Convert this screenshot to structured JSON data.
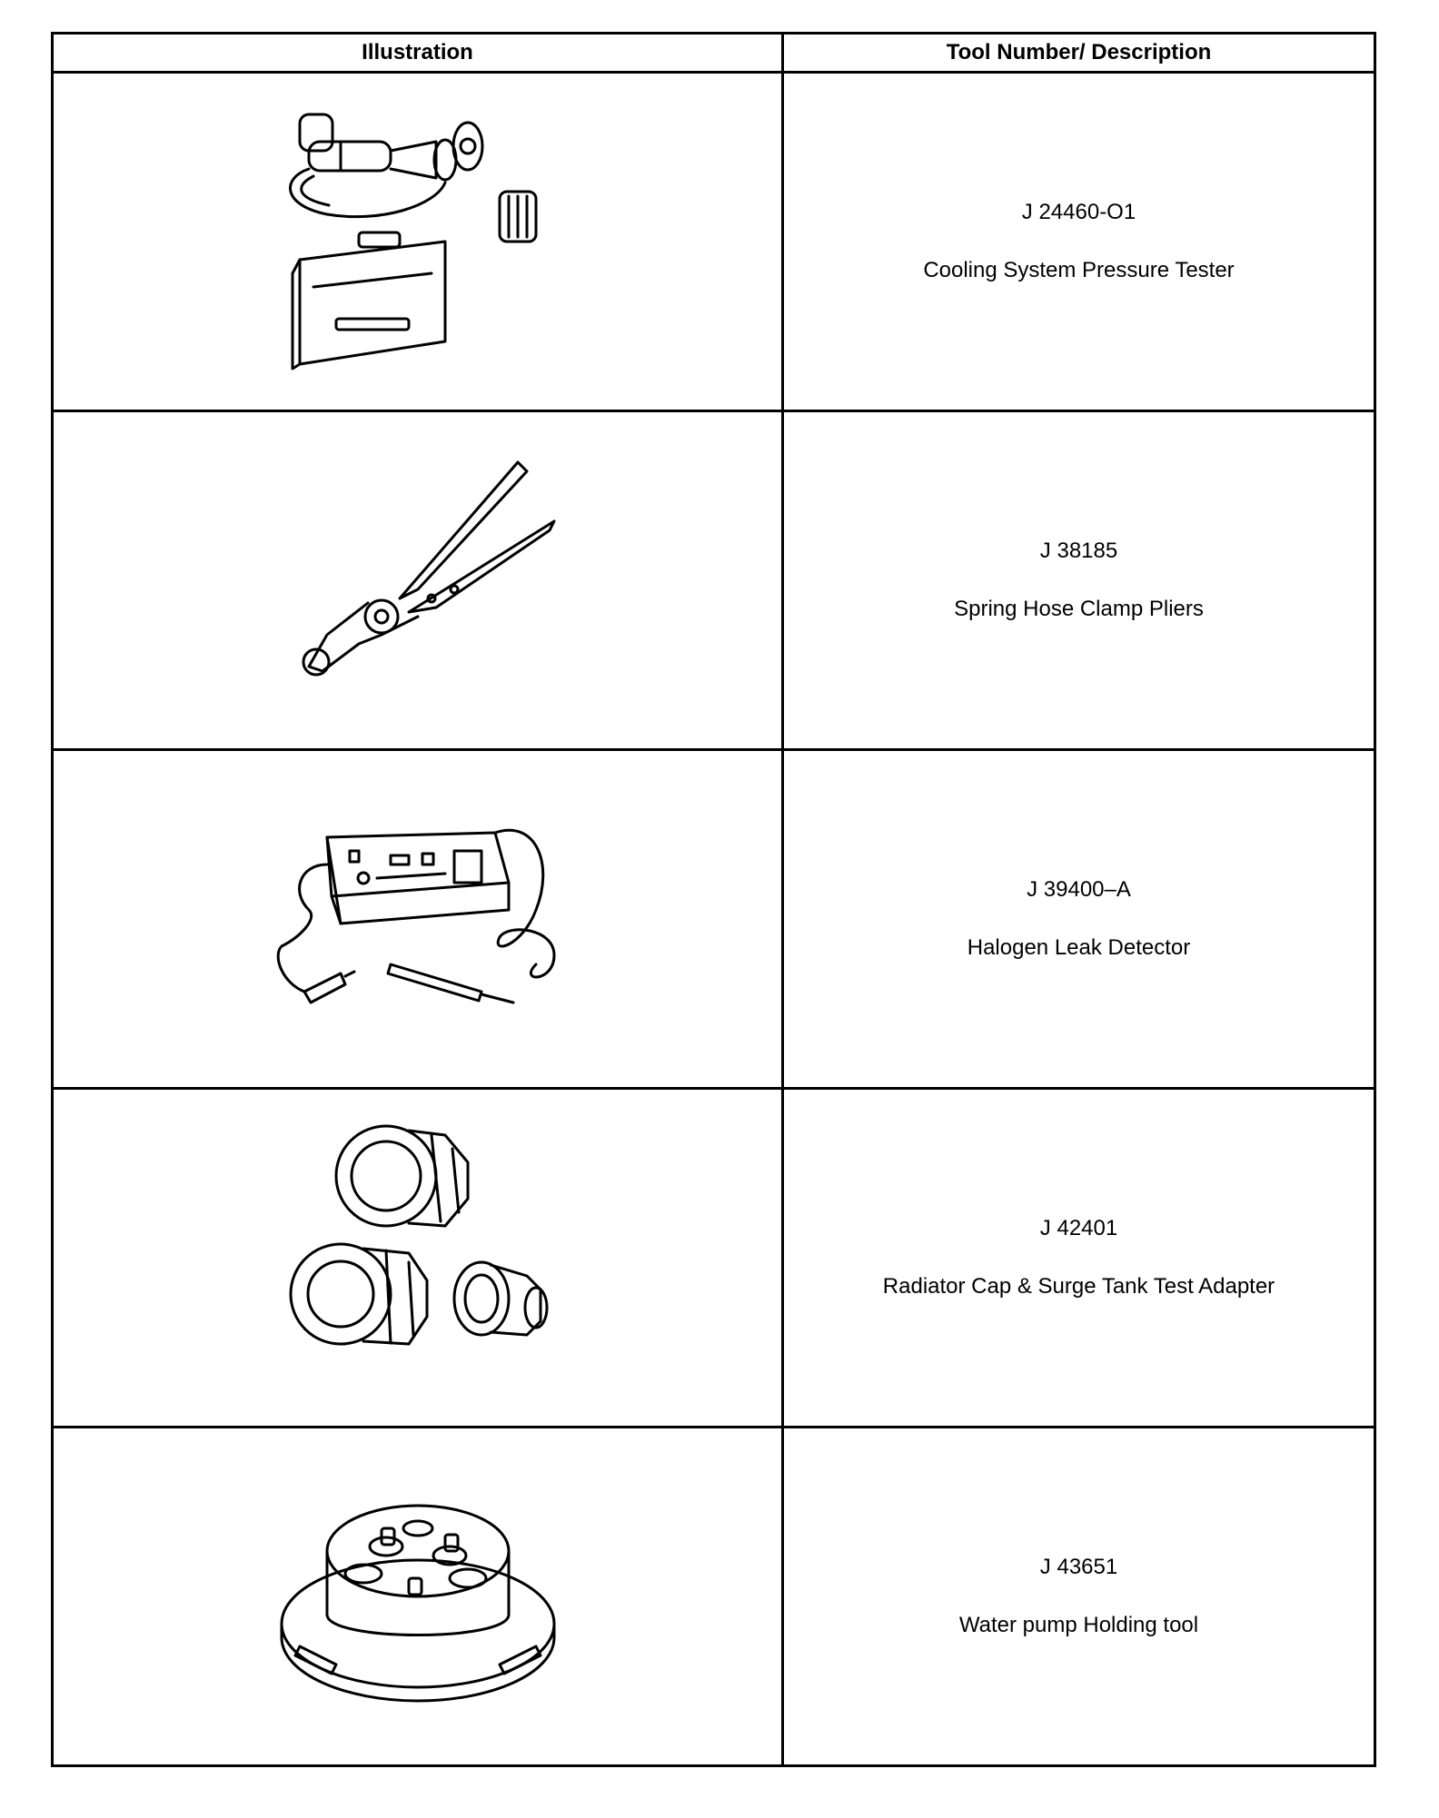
{
  "table": {
    "headers": {
      "illustration": "Illustration",
      "description": "Tool Number/ Description"
    },
    "rows": [
      {
        "number": "J 24460-O1",
        "name": "Cooling System Pressure Tester",
        "icon": "pressure-tester-icon"
      },
      {
        "number": "J 38185",
        "name": "Spring Hose Clamp Pliers",
        "icon": "hose-clamp-pliers-icon"
      },
      {
        "number": "J 39400–A",
        "name": "Halogen Leak Detector",
        "icon": "leak-detector-icon"
      },
      {
        "number": "J 42401",
        "name": "Radiator Cap & Surge Tank Test Adapter",
        "icon": "test-adapter-icon"
      },
      {
        "number": "J 43651",
        "name": "Water pump Holding tool",
        "icon": "water-pump-holder-icon"
      }
    ]
  },
  "colors": {
    "line": "#000000",
    "background": "#ffffff"
  }
}
